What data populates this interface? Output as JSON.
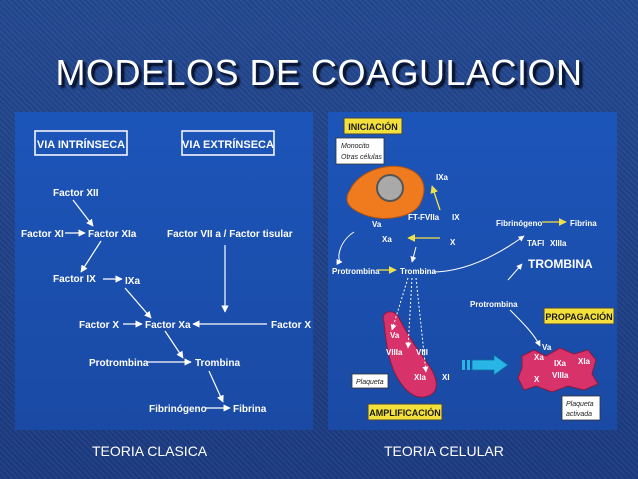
{
  "slide": {
    "title": "MODELOS DE COAGULACION"
  },
  "classic": {
    "caption": "TEORIA CLASICA",
    "intrinsic_title": "VIA INTRÍNSECA",
    "extrinsic_title": "VIA EXTRÍNSECA",
    "factor_xii": "Factor XII",
    "factor_xi": "Factor XI",
    "factor_xia": "Factor XIa",
    "factor_vii": "Factor VII a / Factor tisular",
    "factor_ix": "Factor IX",
    "ixa": "IXa",
    "factor_x_left": "Factor X",
    "factor_xa": "Factor Xa",
    "factor_x_right": "Factor X",
    "protrombina": "Protrombina",
    "trombina": "Trombina",
    "fibrinogeno": "Fibrinógeno",
    "fibrina": "Fibrina"
  },
  "cellular": {
    "caption": "TEORIA CELULAR",
    "iniciacion": "INICIACIÓN",
    "monocito": "Monocito",
    "otras_celulas": "Otras células",
    "ixa": "IXa",
    "va": "Va",
    "ft_fviia": "FT-FVIIa",
    "ix": "IX",
    "xa": "Xa",
    "x": "X",
    "protrombina": "Protrombina",
    "trombina": "Trombina",
    "fibrinogeno": "Fibrinógeno",
    "fibrina": "Fibrina",
    "tafi": "TAFI",
    "xiiia": "XIIIa",
    "trombina_big": "TROMBINA",
    "protrombina2": "Protrombina",
    "propagacion": "PROPAGACIÓN",
    "amp_va": "Va",
    "amp_viiia": "VIIIa",
    "amp_viii": "VIII",
    "amp_xia": "XIa",
    "amp_xi": "XI",
    "plaqueta": "Plaqueta",
    "amplificacion": "AMPLIFICACIÓN",
    "prop_va": "Va",
    "prop_xa": "Xa",
    "prop_ixa": "IXa",
    "prop_xia": "XIa",
    "prop_x": "X",
    "prop_viiia": "VIIIa",
    "plaqueta_activada_1": "Plaqueta",
    "plaqueta_activada_2": "activada"
  },
  "colors": {
    "panel": "#1b4fae",
    "monocyte": "#f07a1e",
    "platelet": "#d8326a",
    "label_box": "#f4e03a",
    "arrow_yellow": "#f2e04a",
    "fat_arrow": "#2ab5e8"
  }
}
